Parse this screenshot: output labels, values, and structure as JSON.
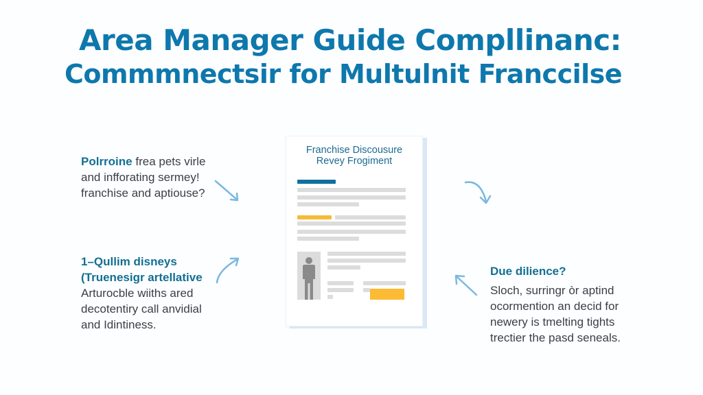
{
  "title": {
    "line1": "Area Manager Guide Compllinanc:",
    "line2": "Commmnectsir for Multulnit Franccilse"
  },
  "left_top": {
    "head": "Polrroine",
    "lines": [
      "frea pets virle",
      "and infforating sermey!",
      "franchise and aptiouse?"
    ]
  },
  "left_bottom": {
    "head_lines": [
      "1–Qullim disneys",
      "(Truenesigr artellative"
    ],
    "lines": [
      "Arturocble wiiths ared",
      "decotentiry call anvidial",
      "and Idintiness."
    ]
  },
  "right": {
    "head": "Due dilience?",
    "lines": [
      "Sloch, surringr òr aptind",
      "ocormention an decid for",
      "newery is tmelting tights",
      "trectier the pasd seneals."
    ]
  },
  "document": {
    "title_line1": "Franchise Discousure",
    "title_line2": "Revey Frogiment",
    "icons": [
      "person-silhouette-icon"
    ]
  },
  "colors": {
    "title": "#0e78ad",
    "accent_blue": "#1170a0",
    "accent_yellow": "#f5bb3b",
    "arrow": "#7ab8e0",
    "placeholder_gray": "#dcdcdc"
  }
}
